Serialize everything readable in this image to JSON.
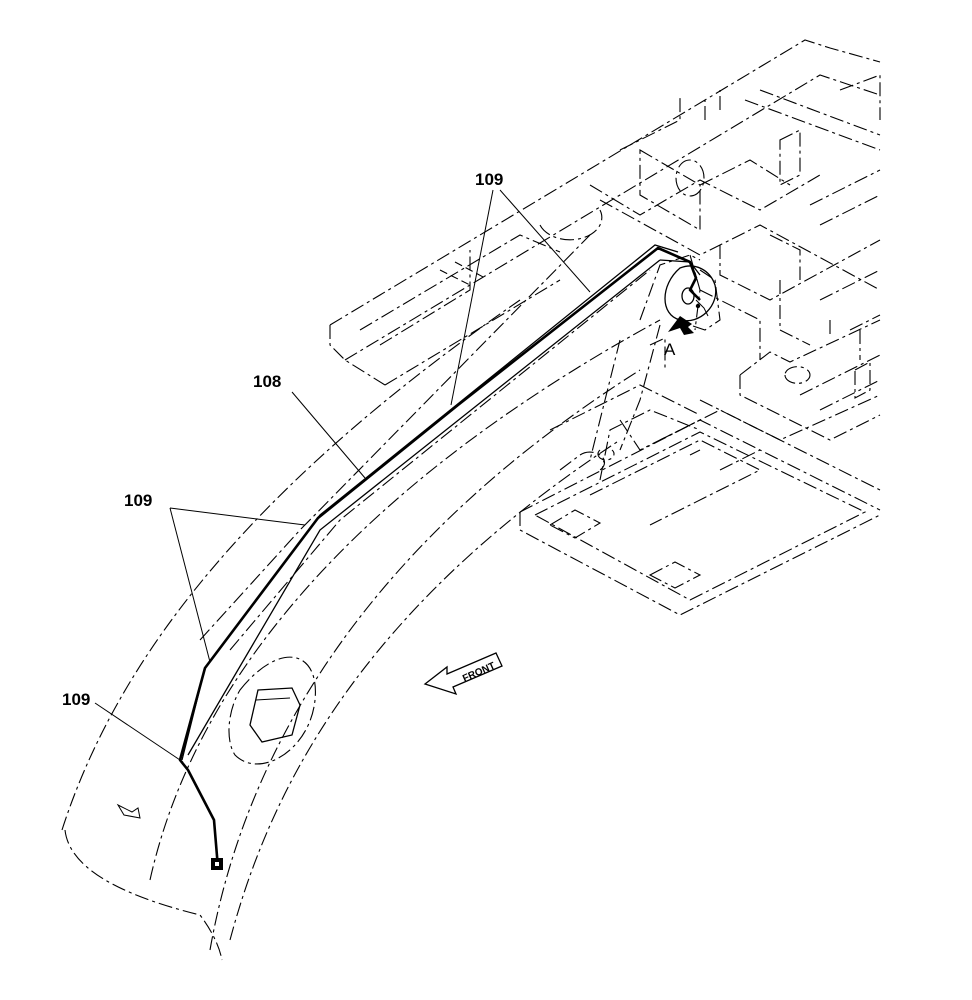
{
  "diagram": {
    "callouts": [
      {
        "id": "c109-top",
        "text": "109"
      },
      {
        "id": "c108",
        "text": "108"
      },
      {
        "id": "c109-mid",
        "text": "109"
      },
      {
        "id": "c109-bottom",
        "text": "109"
      }
    ],
    "view_letter": "A",
    "front_arrow_label": "FRONT"
  }
}
